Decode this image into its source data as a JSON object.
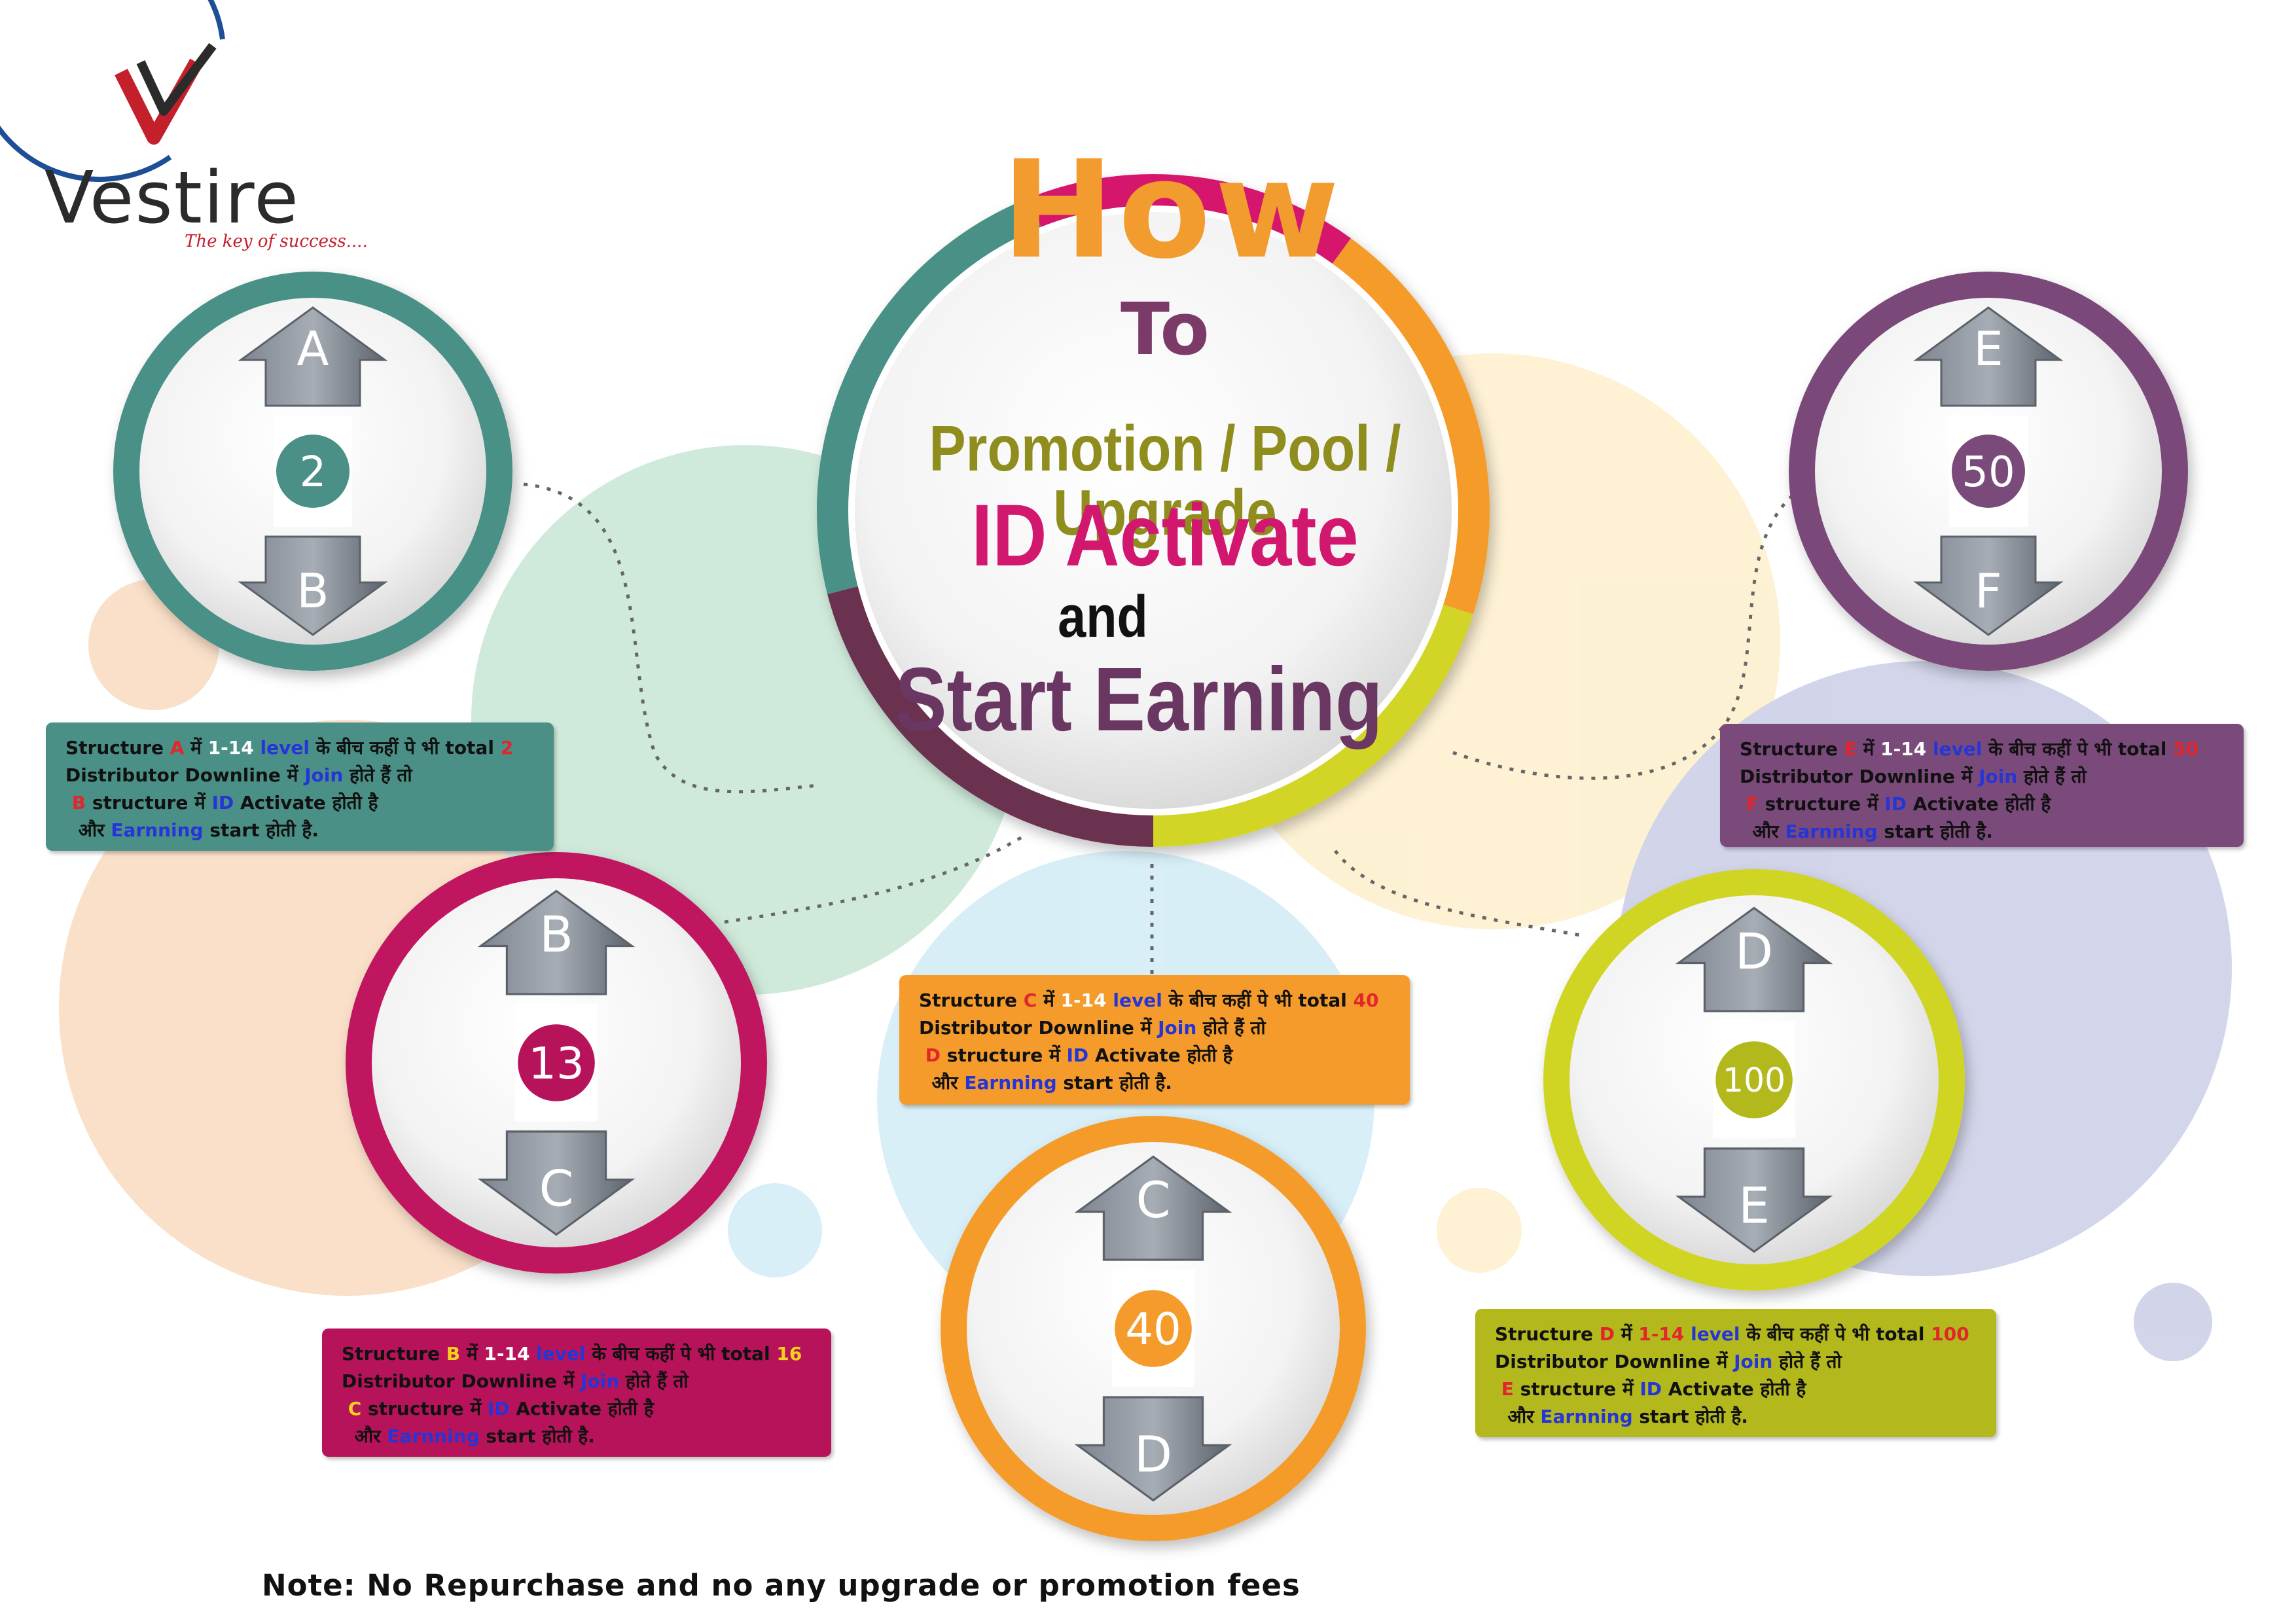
{
  "logo": {
    "name": "Vestire",
    "tagline": "The key of success....",
    "icon": "v-check-logo-icon"
  },
  "title": {
    "how": "How",
    "to": "To",
    "line1": "Promotion / Pool / Upgrade",
    "line2": "ID Activate",
    "line3": "and",
    "line4": "Start Earning"
  },
  "colors": {
    "teal": "#4a9086",
    "purple": "#7a4a7a",
    "orange": "#f49b2c",
    "magenta": "#b7135a",
    "olive": "#b3b81d",
    "pink": "#d2176e"
  },
  "stages": [
    {
      "id": "A-B",
      "top": "A",
      "bottom": "B",
      "count": "2",
      "color": "#4a9086",
      "box": {
        "s1": "Structure ",
        "up": "A",
        "s2": " में ",
        "lvl": "1-14",
        "s3": " level",
        "s4": " के बीच कहीं पे भी total ",
        "n": "2",
        "l2a": "Distributor Downline में ",
        "join": "Join",
        "l2b": " होते हैं तो",
        "down": "B",
        "l3": " structure में ",
        "idt": "ID",
        "l3b": " Activate होती है",
        "l4a": "और ",
        "earn": "Earnning",
        "l4b": " start होती है."
      }
    },
    {
      "id": "E-F",
      "top": "E",
      "bottom": "F",
      "count": "50",
      "color": "#7a4a7a",
      "box": {
        "s1": "Structure ",
        "up": "E",
        "s2": " में ",
        "lvl": "1-14",
        "s3": " level",
        "s4": " के बीच कहीं पे भी total ",
        "n": "50",
        "l2a": "Distributor Downline में ",
        "join": "Join",
        "l2b": " होते हैं तो",
        "down": "F",
        "l3": " structure में ",
        "idt": "ID",
        "l3b": " Activate होती है",
        "l4a": "और ",
        "earn": "Earnning",
        "l4b": " start होती है."
      }
    },
    {
      "id": "B-C",
      "top": "B",
      "bottom": "C",
      "count": "13",
      "color": "#b7135a",
      "box": {
        "s1": "Structure ",
        "up": "B",
        "s2": " में ",
        "lvl": "1-14",
        "s3": " level",
        "s4": " के बीच कहीं पे भी total ",
        "n": "16",
        "l2a": "Distributor Downline में ",
        "join": "Join",
        "l2b": " होते हैं तो",
        "down": "C",
        "l3": " structure में ",
        "idt": "ID",
        "l3b": " Activate होती है",
        "l4a": "और ",
        "earn": "Earnning",
        "l4b": " start होती है."
      }
    },
    {
      "id": "C-D",
      "top": "C",
      "bottom": "D",
      "count": "40",
      "color": "#f49b2c",
      "box": {
        "s1": "Structure ",
        "up": "C",
        "s2": " में ",
        "lvl": "1-14",
        "s3": " level",
        "s4": " के बीच कहीं पे भी total ",
        "n": "40",
        "l2a": "Distributor Downline में ",
        "join": "Join",
        "l2b": " होते हैं तो",
        "down": "D",
        "l3": " structure में ",
        "idt": "ID",
        "l3b": " Activate होती है",
        "l4a": "और ",
        "earn": "Earnning",
        "l4b": " start होती है."
      }
    },
    {
      "id": "D-E",
      "top": "D",
      "bottom": "E",
      "count": "100",
      "color": "#b3b81d",
      "box": {
        "s1": "Structure ",
        "up": "D",
        "s2": " में ",
        "lvl": "1-14",
        "s3": " level",
        "s4": " के बीच कहीं पे भी total ",
        "n": "100",
        "l2a": "Distributor Downline में ",
        "join": "Join",
        "l2b": " होते हैं तो",
        "down": "E",
        "l3": " structure में ",
        "idt": "ID",
        "l3b": " Activate होती है",
        "l4a": "और ",
        "earn": "Earnning",
        "l4b": " start होती है."
      }
    }
  ],
  "note": "Note: No Repurchase and no any upgrade or promotion fees"
}
